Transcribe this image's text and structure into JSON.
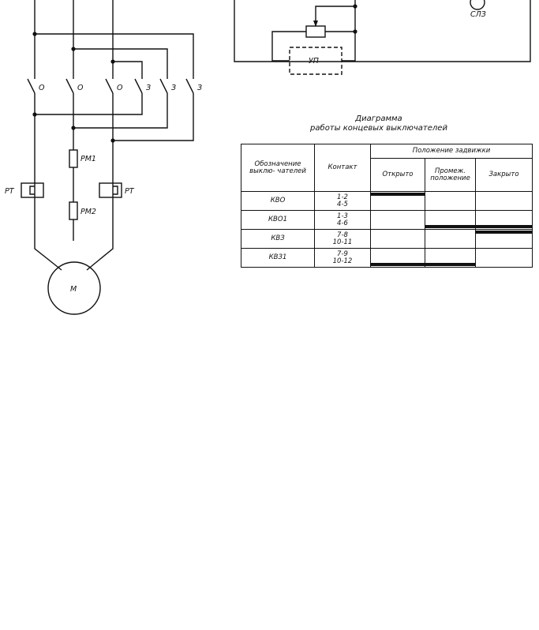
{
  "scheme": {
    "switch_labels": [
      "О",
      "О",
      "О",
      "З",
      "З",
      "З"
    ],
    "rm1": "РМ1",
    "rm2": "РМ2",
    "rt_left": "РТ",
    "rt_right": "РТ",
    "motor": "М",
    "up": "УП",
    "slz": "СЛЗ"
  },
  "diagram_caption": {
    "line1": "Диаграмма",
    "line2": "работы концевых выключателей"
  },
  "table": {
    "header_designation": "Обозначение выклю- чателей",
    "header_contact": "Контакт",
    "header_position": "Положение задвижки",
    "col_open": "Открыто",
    "col_mid": "Промеж. положение",
    "col_closed": "Закрыто",
    "rows": [
      {
        "name": "КВО",
        "contacts": [
          "1-2",
          "4-5"
        ],
        "active": [
          "open"
        ]
      },
      {
        "name": "КВО1",
        "contacts": [
          "1-3",
          "4-6"
        ],
        "active": [
          "mid",
          "closed"
        ]
      },
      {
        "name": "КВЗ",
        "contacts": [
          "7-8",
          "10-11"
        ],
        "active": [
          "closed"
        ]
      },
      {
        "name": "КВЗ1",
        "contacts": [
          "7-9",
          "10-12"
        ],
        "active": [
          "open",
          "mid"
        ]
      }
    ]
  }
}
